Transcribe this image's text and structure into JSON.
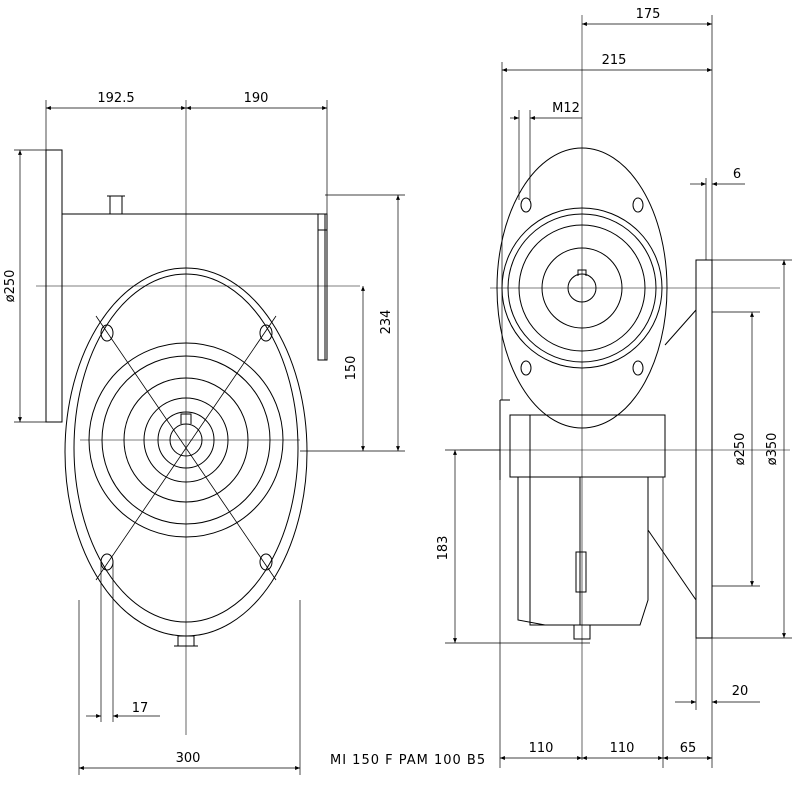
{
  "caption": "MI 150 F PAM 100 B5",
  "dimensions": {
    "d192_5": "192.5",
    "d190": "190",
    "d234": "234",
    "d150": "150",
    "dia250_left": "ø250",
    "d17": "17",
    "d300": "300",
    "d175": "175",
    "d215": "215",
    "m12": "M12",
    "d6": "6",
    "d183": "183",
    "dia250_right": "ø250",
    "dia350": "ø350",
    "d20": "20",
    "d110a": "110",
    "d110b": "110",
    "d65": "65"
  }
}
